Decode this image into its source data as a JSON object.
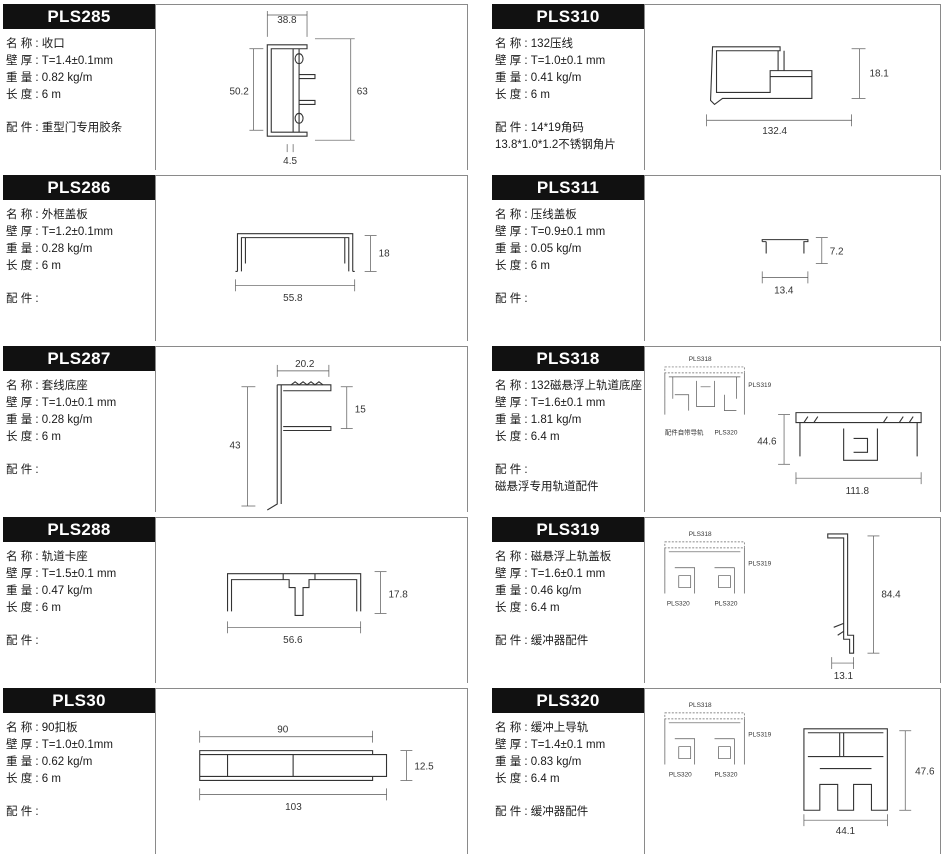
{
  "cards": [
    {
      "code": "PLS285",
      "name": "名 称 : 收口",
      "thickness": "壁 厚 : T=1.4±0.1mm",
      "weight": "重 量 : 0.82 kg/m",
      "length": "长 度 : 6 m",
      "accessory": "配 件 : 重型门专用胶条",
      "accessory_extra": "",
      "dims": {
        "a": "38.8",
        "b": "50.2",
        "c": "63",
        "d": "4.5"
      }
    },
    {
      "code": "PLS310",
      "name": "名 称 : 132压线",
      "thickness": "壁 厚 : T=1.0±0.1 mm",
      "weight": "重 量 : 0.41 kg/m",
      "length": "长 度 : 6 m",
      "accessory": "配 件 : 14*19角码",
      "accessory_extra": "13.8*1.0*1.2不锈钢角片",
      "dims": {
        "a": "18.1",
        "b": "132.4"
      }
    },
    {
      "code": "PLS286",
      "name": "名 称 : 外框盖板",
      "thickness": "壁 厚 : T=1.2±0.1mm",
      "weight": "重 量 : 0.28 kg/m",
      "length": "长 度 : 6 m",
      "accessory": "配 件 :",
      "accessory_extra": "",
      "dims": {
        "a": "18",
        "b": "55.8"
      }
    },
    {
      "code": "PLS311",
      "name": "名 称 : 压线盖板",
      "thickness": "壁 厚 : T=0.9±0.1 mm",
      "weight": "重 量 : 0.05 kg/m",
      "length": "长 度 : 6 m",
      "accessory": "配 件 :",
      "accessory_extra": "",
      "dims": {
        "a": "7.2",
        "b": "13.4"
      }
    },
    {
      "code": "PLS287",
      "name": "名 称 : 套线底座",
      "thickness": "壁 厚 : T=1.0±0.1 mm",
      "weight": "重 量 : 0.28 kg/m",
      "length": "长 度 : 6 m",
      "accessory": "配 件 :",
      "accessory_extra": "",
      "dims": {
        "a": "20.2",
        "b": "15",
        "c": "43"
      }
    },
    {
      "code": "PLS318",
      "name": "名 称 : 132磁悬浮上轨道底座",
      "thickness": "壁 厚 : T=1.6±0.1 mm",
      "weight": "重 量 : 1.81 kg/m",
      "length": "长 度 : 6.4 m",
      "accessory": "配 件 :",
      "accessory_extra": "磁悬浮专用轨道配件",
      "dims": {
        "a": "44.6",
        "b": "111.8"
      },
      "schematic": {
        "top": "PLS318",
        "right": "PLS319",
        "left_bottom": "配件自带导轨",
        "right_bottom": "PLS320"
      }
    },
    {
      "code": "PLS288",
      "name": "名 称 : 轨道卡座",
      "thickness": "壁 厚 : T=1.5±0.1 mm",
      "weight": "重 量 : 0.47 kg/m",
      "length": "长 度 : 6 m",
      "accessory": "配 件 :",
      "accessory_extra": "",
      "dims": {
        "a": "17.8",
        "b": "56.6"
      }
    },
    {
      "code": "PLS319",
      "name": "名 称 : 磁悬浮上轨盖板",
      "thickness": "壁 厚 : T=1.6±0.1 mm",
      "weight": "重 量 : 0.46 kg/m",
      "length": "长 度 : 6.4 m",
      "accessory": "配 件 : 缓冲器配件",
      "accessory_extra": "",
      "dims": {
        "a": "84.4",
        "b": "13.1"
      },
      "schematic": {
        "top": "PLS318",
        "right": "PLS319",
        "left_bottom": "PLS320",
        "right_bottom": "PLS320"
      }
    },
    {
      "code": "PLS30",
      "name": "名 称 : 90扣板",
      "thickness": "壁 厚 : T=1.0±0.1mm",
      "weight": "重 量 : 0.62 kg/m",
      "length": "长 度 : 6 m",
      "accessory": "配 件 :",
      "accessory_extra": "",
      "dims": {
        "a": "90",
        "b": "12.5",
        "c": "103"
      }
    },
    {
      "code": "PLS320",
      "name": "名 称 : 缓冲上导轨",
      "thickness": "壁 厚 : T=1.4±0.1 mm",
      "weight": "重 量 : 0.83 kg/m",
      "length": "长 度 : 6.4 m",
      "accessory": "配 件 : 缓冲器配件",
      "accessory_extra": "",
      "dims": {
        "a": "47.6",
        "b": "44.1"
      },
      "schematic": {
        "top": "PLS318",
        "right": "PLS319",
        "left_bottom": "PLS320",
        "right_bottom": "PLS320"
      }
    }
  ]
}
